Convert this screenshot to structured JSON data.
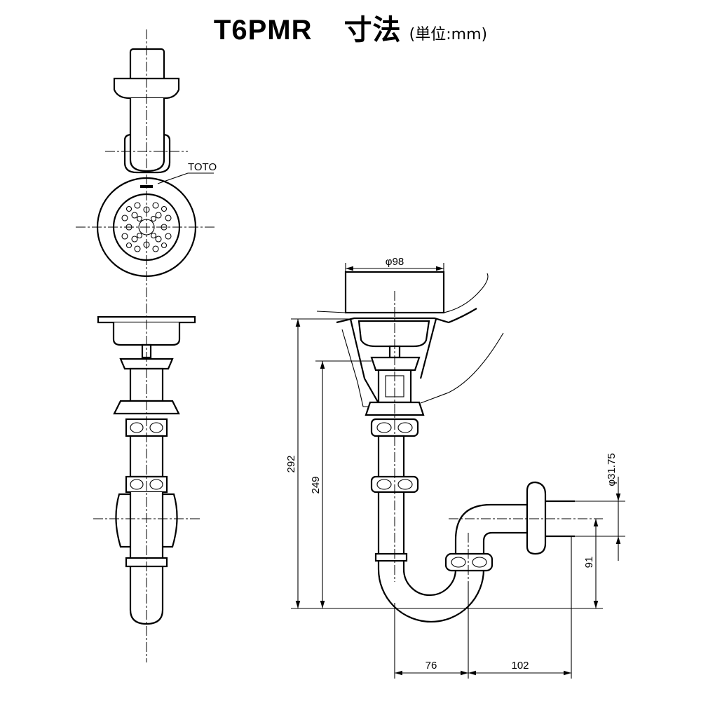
{
  "title": {
    "model": "T6PMR",
    "label": "寸法",
    "unit": "(単位:mm)"
  },
  "labels": {
    "brand": "TOTO"
  },
  "dimensions": {
    "sink_diameter": "φ98",
    "total_height": "292",
    "trap_height": "249",
    "outlet_height": "91",
    "pipe_diameter": "φ31.75",
    "trap_offset": "76",
    "outlet_length": "102"
  }
}
